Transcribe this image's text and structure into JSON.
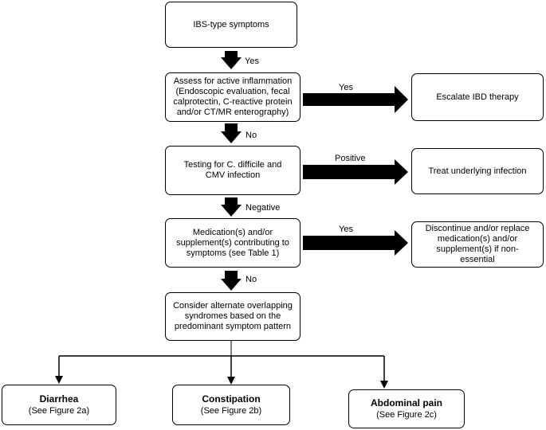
{
  "nodes": {
    "ibs": "IBS-type symptoms",
    "inflammation": [
      "Assess for active inflammation",
      "(Endoscopic evaluation, fecal",
      "calprotectin, C-reactive protein",
      "and/or CT/MR enterography)"
    ],
    "escalate": "Escalate IBD therapy",
    "testing": [
      "Testing for C. difficile and",
      "CMV infection"
    ],
    "treat": "Treat underlying infection",
    "medication": [
      "Medication(s) and/or",
      "supplement(s) contributing to",
      "symptoms (see Table 1)"
    ],
    "discontinue": [
      "Discontinue and/or replace",
      "medication(s) and/or",
      "supplement(s) if non-",
      "essential"
    ],
    "alternate": [
      "Consider alternate overlapping",
      "syndromes based on the",
      "predominant symptom pattern"
    ],
    "diarrhea": {
      "title": "Diarrhea",
      "ref": "(See Figure 2a)"
    },
    "constipation": {
      "title": "Constipation",
      "ref": "(See Figure 2b)"
    },
    "abdominal_pain": {
      "title": "Abdominal pain",
      "ref": "(See Figure 2c)"
    }
  },
  "edges": {
    "ibs_to_inflammation": "Yes",
    "inflammation_to_escalate": "Yes",
    "inflammation_to_testing": "No",
    "testing_to_treat": "Positive",
    "testing_to_medication": "Negative",
    "medication_to_discontinue": "Yes",
    "medication_to_alternate": "No"
  }
}
